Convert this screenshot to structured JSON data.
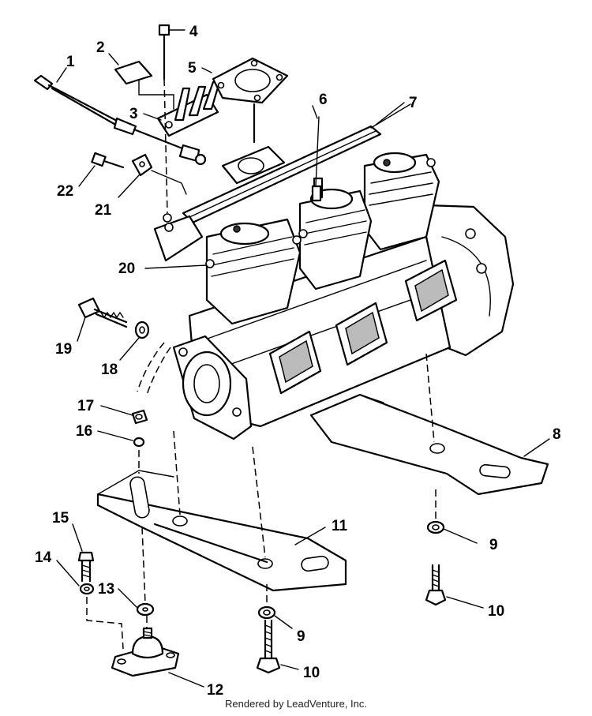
{
  "callouts": [
    {
      "id": "c1",
      "text": "1"
    },
    {
      "id": "c2",
      "text": "2"
    },
    {
      "id": "c3",
      "text": "3"
    },
    {
      "id": "c4",
      "text": "4"
    },
    {
      "id": "c5",
      "text": "5"
    },
    {
      "id": "c6",
      "text": "6"
    },
    {
      "id": "c7",
      "text": "7"
    },
    {
      "id": "c8",
      "text": "8"
    },
    {
      "id": "c9a",
      "text": "9"
    },
    {
      "id": "c9b",
      "text": "9"
    },
    {
      "id": "c10a",
      "text": "10"
    },
    {
      "id": "c10b",
      "text": "10"
    },
    {
      "id": "c11",
      "text": "11"
    },
    {
      "id": "c12",
      "text": "12"
    },
    {
      "id": "c13",
      "text": "13"
    },
    {
      "id": "c14",
      "text": "14"
    },
    {
      "id": "c15",
      "text": "15"
    },
    {
      "id": "c16",
      "text": "16"
    },
    {
      "id": "c17",
      "text": "17"
    },
    {
      "id": "c18",
      "text": "18"
    },
    {
      "id": "c19",
      "text": "19"
    },
    {
      "id": "c20",
      "text": "20"
    },
    {
      "id": "c21",
      "text": "21"
    },
    {
      "id": "c22",
      "text": "22"
    }
  ],
  "footer": "Rendered by LeadVenture, Inc."
}
